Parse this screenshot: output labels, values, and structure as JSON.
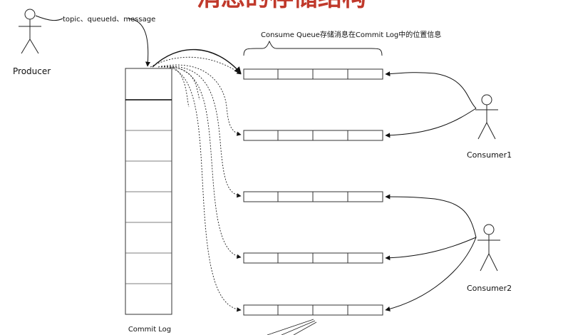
{
  "diagram": {
    "title": "消息的存储结构",
    "producer": {
      "label": "Producer"
    },
    "message_fields": "topic、queueId、message",
    "commit_log": {
      "label": "Commit Log",
      "cell_count": 8
    },
    "consume_queue": {
      "caption": "Consume Queue存储消息在Commit Log中的位置信息",
      "queue_count": 5,
      "cells_per_queue": 4
    },
    "consumers": [
      {
        "label": "Consumer1"
      },
      {
        "label": "Consumer2"
      }
    ],
    "colors": {
      "title": "#c0392b",
      "line": "#111111"
    }
  }
}
